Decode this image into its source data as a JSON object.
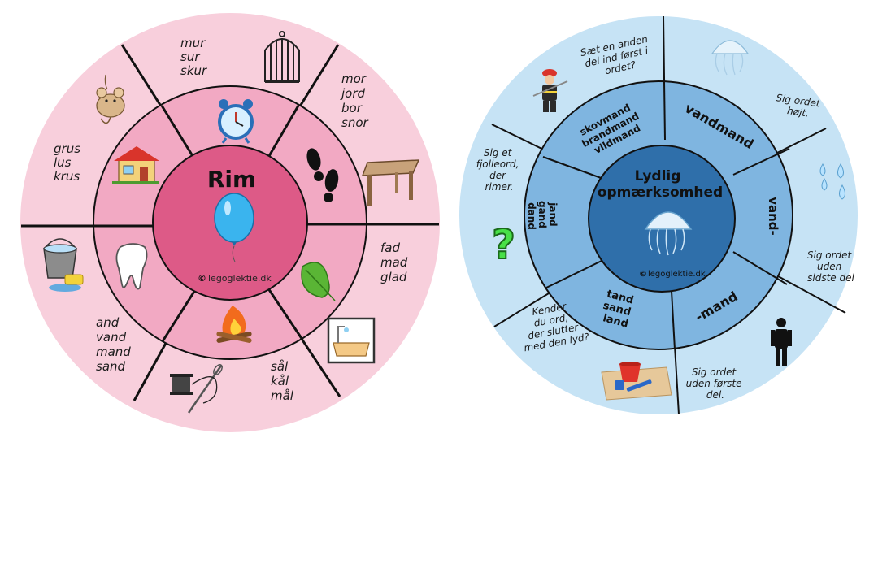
{
  "colors": {
    "pink_outer": "#f8cfdc",
    "pink_mid": "#f2a9c3",
    "pink_center": "#dd5a87",
    "blue_outer": "#c6e3f5",
    "blue_mid": "#7fb5e0",
    "blue_center": "#2f6faa",
    "divider": "#111111"
  },
  "rim_wheel": {
    "title": "Rim",
    "copyright": "legoglektie.dk",
    "copyright_symbol": "©",
    "outer_groups": [
      {
        "words": [
          "mur",
          "sur",
          "skur"
        ],
        "picture": "bird-cage-icon"
      },
      {
        "words": [
          "mor",
          "jord",
          "bor",
          "snor"
        ],
        "picture": "table-icon"
      },
      {
        "words": [
          "fad",
          "mad",
          "glad"
        ],
        "picture": "bathtub-icon"
      },
      {
        "words": [
          "sål",
          "kål",
          "mål"
        ],
        "picture": "needle-thread-icon"
      },
      {
        "words": [
          "and",
          "vand",
          "mand",
          "sand"
        ],
        "picture": "bucket-sponge-icon"
      },
      {
        "words": [
          "grus",
          "lus",
          "krus"
        ],
        "picture": "mouse-icon"
      }
    ],
    "inner_pictures": [
      "alarm-clock-icon",
      "footprints-icon",
      "leaf-icon",
      "campfire-icon",
      "tooth-icon",
      "house-icon"
    ],
    "center_picture": "balloon-icon"
  },
  "lyd_wheel": {
    "title_lines": [
      "Lydlig",
      "opmærksomhed"
    ],
    "copyright": "legoglektie.dk",
    "copyright_symbol": "©",
    "segments": [
      {
        "ring_word": [
          "vandmand"
        ],
        "instruction": [
          "Sig ordet",
          "højt."
        ],
        "picture": "water-drops-icon"
      },
      {
        "ring_word": [
          "vand-"
        ],
        "instruction": [
          "Sig ordet",
          "uden",
          "sidste del"
        ],
        "picture": "jellyfish-icon"
      },
      {
        "ring_word": [
          "-mand"
        ],
        "instruction": [
          "Sig ordet",
          "uden første",
          "del."
        ],
        "picture": "man-icon"
      },
      {
        "ring_word": [
          "tand",
          "sand",
          "land"
        ],
        "instruction": [
          "Kender",
          "du ord,",
          "der slutter",
          "med den lyd?"
        ],
        "picture": "sand-bucket-icon"
      },
      {
        "ring_word": [
          "jand",
          "gand",
          "dand"
        ],
        "instruction": [
          "Sig et",
          "fjolleord,",
          "der",
          "rimer."
        ],
        "picture": "question-mark-icon"
      },
      {
        "ring_word": [
          "skovmand",
          "brandmand",
          "vildmand"
        ],
        "instruction": [
          "Sæt en anden",
          "del ind først i",
          "ordet?"
        ],
        "picture": "firefighter-icon"
      }
    ],
    "center_picture": "jellyfish-icon"
  }
}
